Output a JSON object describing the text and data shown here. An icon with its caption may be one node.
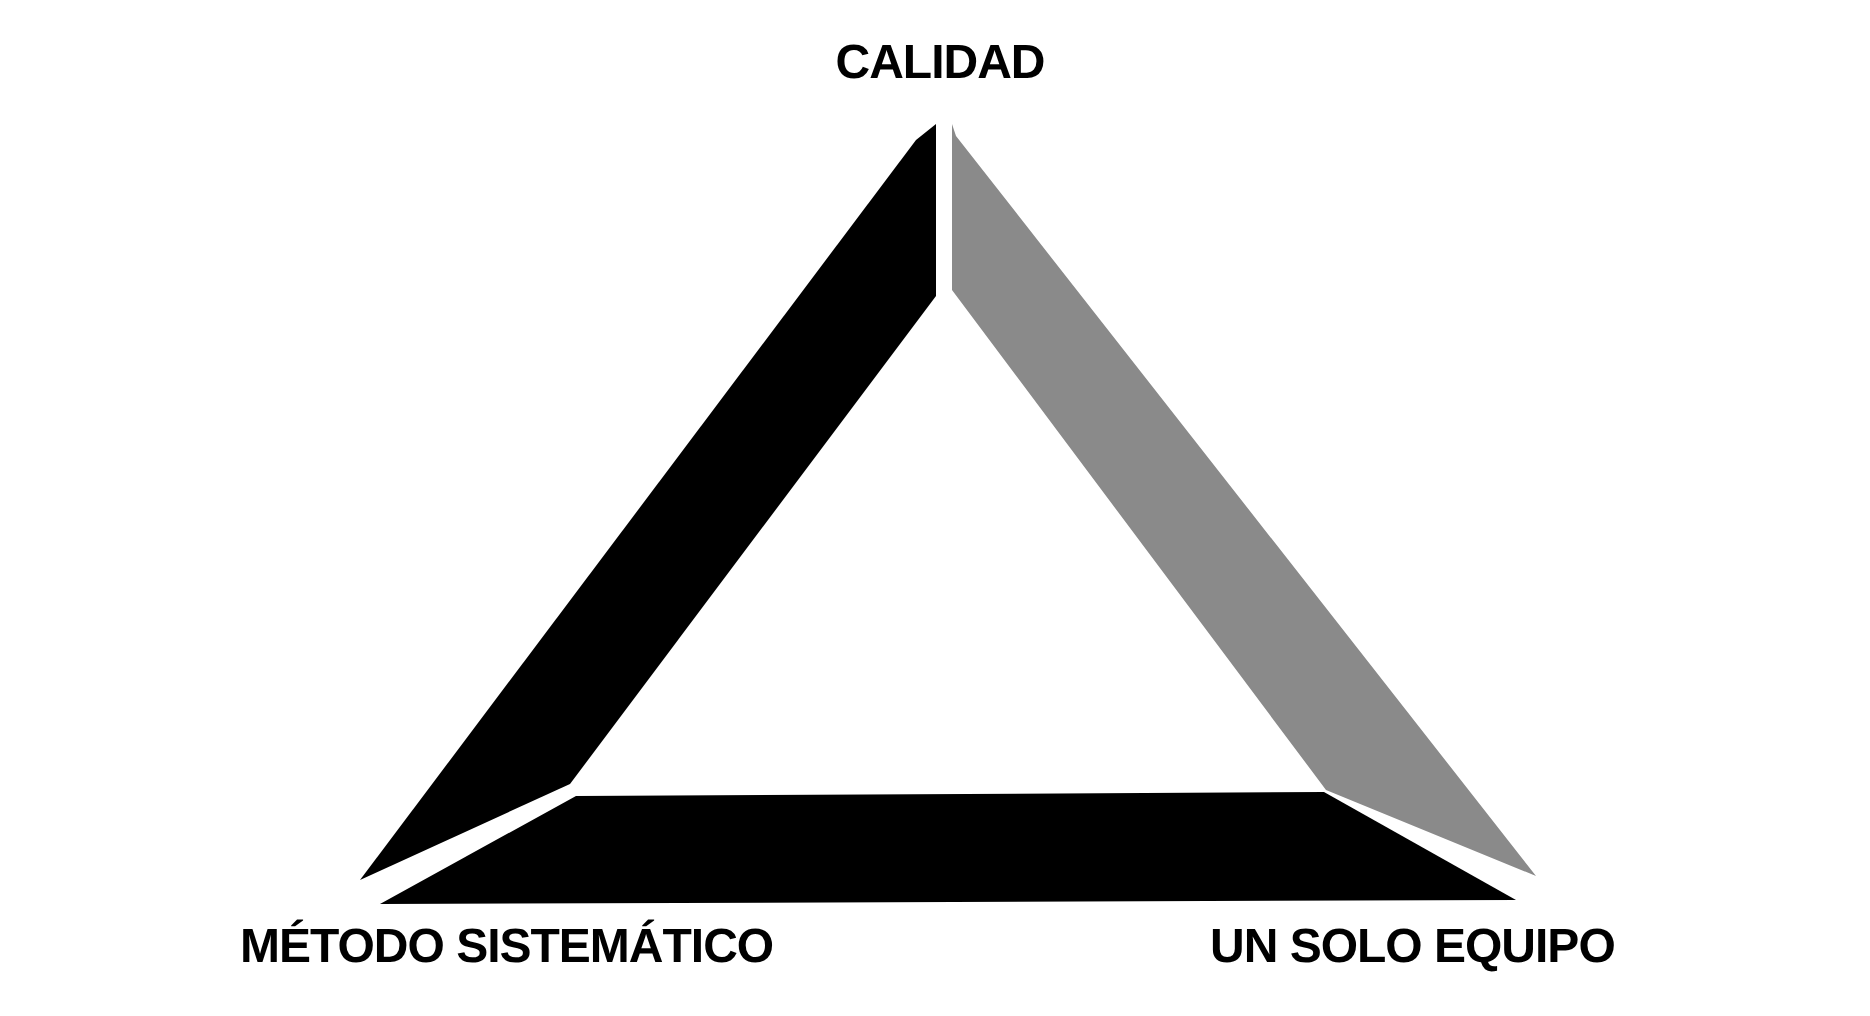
{
  "diagram": {
    "labels": [
      "CALIDAD",
      "MÉTODO SISTEMÁTICO",
      "UN SOLO EQUIPO"
    ]
  }
}
